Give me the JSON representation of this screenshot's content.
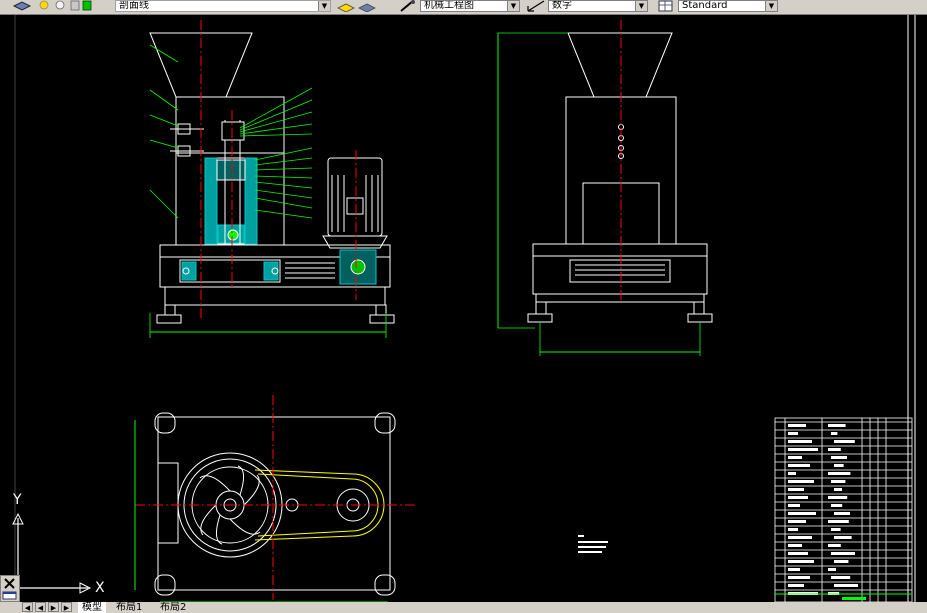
{
  "toolbar": {
    "layer_combo": "剖面线",
    "text_style_combo": "机械工程图",
    "dim_style_combo": "数字",
    "table_style_combo": "Standard"
  },
  "layout_tabs": {
    "tabs": [
      "模型",
      "布局1",
      "布局2"
    ],
    "active": "模型"
  },
  "ucs": {
    "x_axis_label": "X",
    "y_axis_label": "Y"
  },
  "colors": {
    "background": "#000000",
    "outline": "#ffffff",
    "centerline": "#ff0000",
    "dimension": "#00ff00",
    "hatch": "#00b0b0",
    "belt": "#ffff00"
  },
  "icons": [
    "layer-manager-icon",
    "layer-state-icon",
    "text-style-icon",
    "dim-style-icon",
    "table-style-icon",
    "close-icon",
    "properties-icon"
  ]
}
